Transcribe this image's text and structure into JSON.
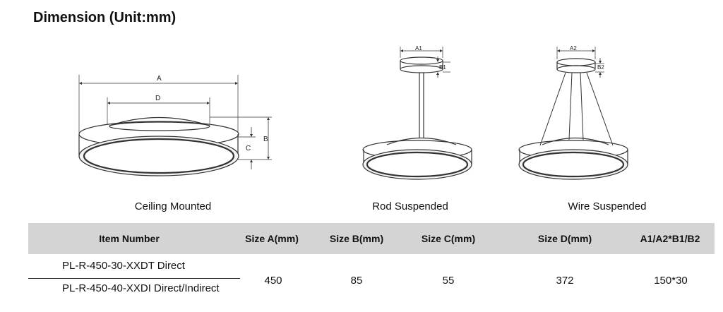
{
  "title": "Dimension (Unit:mm)",
  "figures": {
    "ceiling": {
      "caption": "Ceiling Mounted",
      "labels": {
        "a": "A",
        "b": "B",
        "c": "C",
        "d": "D"
      }
    },
    "rod": {
      "caption": "Rod Suspended",
      "labels": {
        "a1": "A1",
        "b1": "B1"
      }
    },
    "wire": {
      "caption": "Wire Suspended",
      "labels": {
        "a2": "A2",
        "b2": "B2"
      }
    }
  },
  "table": {
    "headers": [
      "Item Number",
      "Size A(mm)",
      "Size B(mm)",
      "Size C(mm)",
      "Size D(mm)",
      "A1/A2*B1/B2"
    ],
    "item_numbers": [
      "PL-R-450-30-XXDT Direct",
      "PL-R-450-40-XXDI Direct/Indirect"
    ],
    "values": {
      "size_a": "450",
      "size_b": "85",
      "size_c": "55",
      "size_d": "372",
      "a1a2_b1b2": "150*30"
    }
  }
}
